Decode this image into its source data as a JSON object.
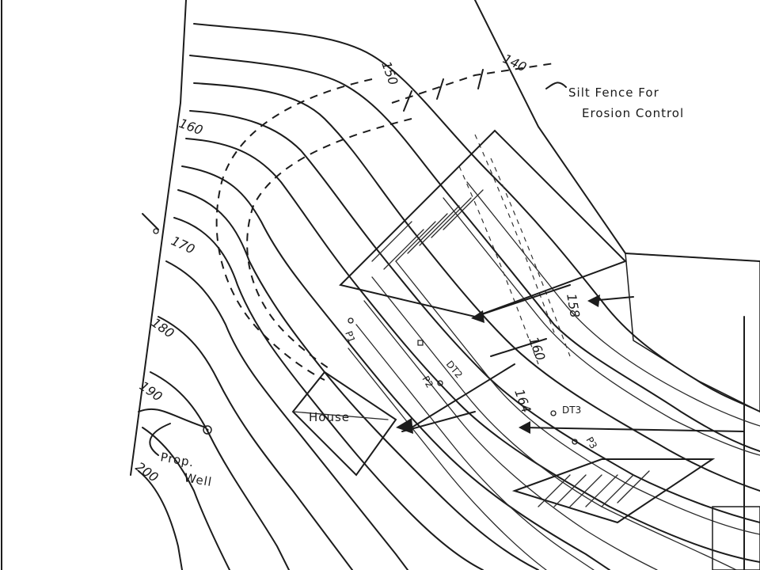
{
  "contour_labels": {
    "c140": "140",
    "c150": "150",
    "c160": "160",
    "c170": "170",
    "c180": "180",
    "c190": "190",
    "c200": "200",
    "c158": "158",
    "c160b": "160",
    "c164": "164"
  },
  "notes": {
    "silt_fence_line1": "Silt Fence For",
    "silt_fence_line2": "Erosion Control",
    "house": "House",
    "prop": "Prop.",
    "well": "Well"
  },
  "points": {
    "p1": "P1",
    "p2": "P2",
    "p3": "P3",
    "dt2": "DT2",
    "dt3": "DT3"
  }
}
